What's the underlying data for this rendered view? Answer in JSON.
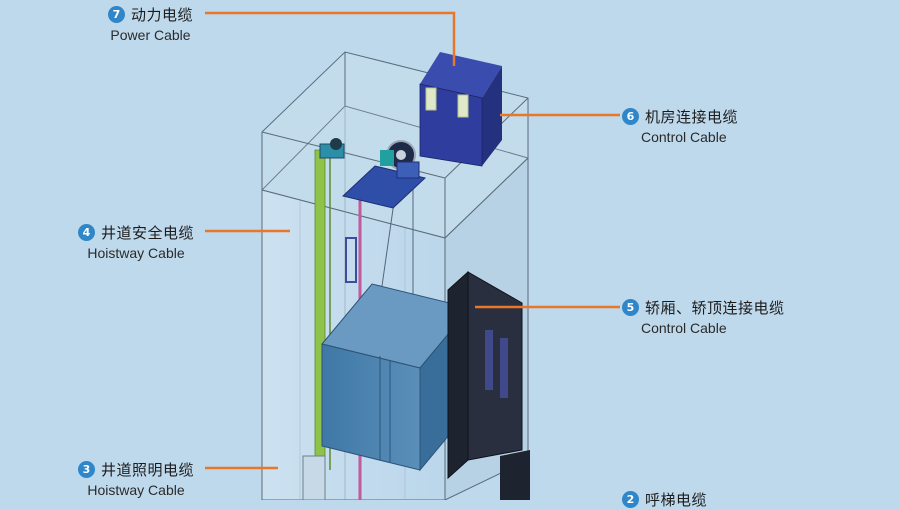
{
  "callouts": [
    {
      "number": "7",
      "cn": "动力电缆",
      "en": "Power Cable"
    },
    {
      "number": "6",
      "cn": "机房连接电缆",
      "en": "Control Cable"
    },
    {
      "number": "4",
      "cn": "井道安全电缆",
      "en": "Hoistway Cable"
    },
    {
      "number": "5",
      "cn": "轿厢、轿顶连接电缆",
      "en": "Control Cable"
    },
    {
      "number": "3",
      "cn": "井道照明电缆",
      "en": "Hoistway Cable"
    },
    {
      "number": "2",
      "cn": "呼梯电缆",
      "en": ""
    }
  ],
  "colors": {
    "background": "#bfd9ec",
    "leader_line": "#e8772a",
    "badge": "#2f86c8",
    "control_cabinet": "#2f3e9e",
    "car": "#4f86b3",
    "rail_green": "#8fc24a",
    "cable_pink": "#c05a9a"
  },
  "icons": [
    "control-cabinet-icon",
    "traction-machine-icon",
    "elevator-car-icon"
  ]
}
